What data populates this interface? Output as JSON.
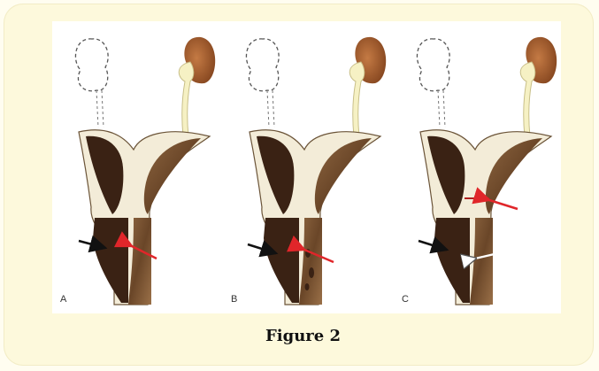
{
  "figure": {
    "caption": "Figure 2",
    "panels": [
      {
        "letter": "A"
      },
      {
        "letter": "B"
      },
      {
        "letter": "C"
      }
    ]
  },
  "colors": {
    "card_background": "#fdf9dc",
    "kidney": "#a8602e",
    "ureter": "#f6f1c4",
    "dark_lumen": "#3a2214",
    "light_lumen": "#7a5332",
    "red_arrow": "#e0262a",
    "black_arrow": "#111111"
  }
}
